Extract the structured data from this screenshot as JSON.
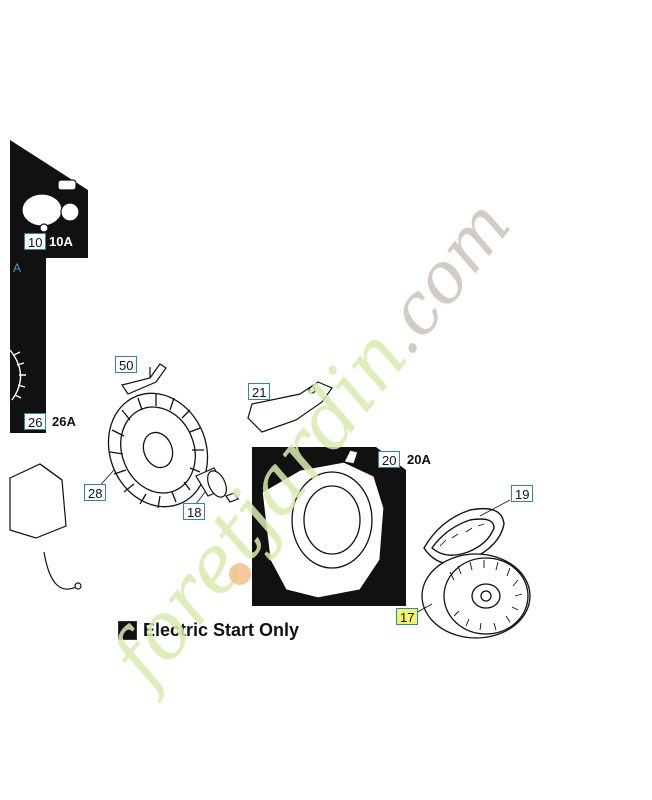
{
  "diagram": {
    "callouts": [
      {
        "id": "c10",
        "label": "10",
        "alt": "10A"
      },
      {
        "id": "c26",
        "label": "26",
        "alt": "26A"
      },
      {
        "id": "c50",
        "label": "50",
        "alt": ""
      },
      {
        "id": "c21",
        "label": "21",
        "alt": ""
      },
      {
        "id": "c20",
        "label": "20",
        "alt": "20A"
      },
      {
        "id": "c28",
        "label": "28",
        "alt": ""
      },
      {
        "id": "c18",
        "label": "18",
        "alt": ""
      },
      {
        "id": "c19",
        "label": "19",
        "alt": ""
      },
      {
        "id": "c17",
        "label": "17",
        "alt": ""
      }
    ],
    "legend": {
      "label": "Electric Start Only",
      "swatch_color": "#111111"
    }
  },
  "watermark": {
    "brand_left": "foret",
    "brand_mid": "jardin",
    "brand_tld": ".com",
    "colors": {
      "green": "#d8ecb0",
      "orange": "#f2c089",
      "grey": "#cfc7bf"
    }
  }
}
